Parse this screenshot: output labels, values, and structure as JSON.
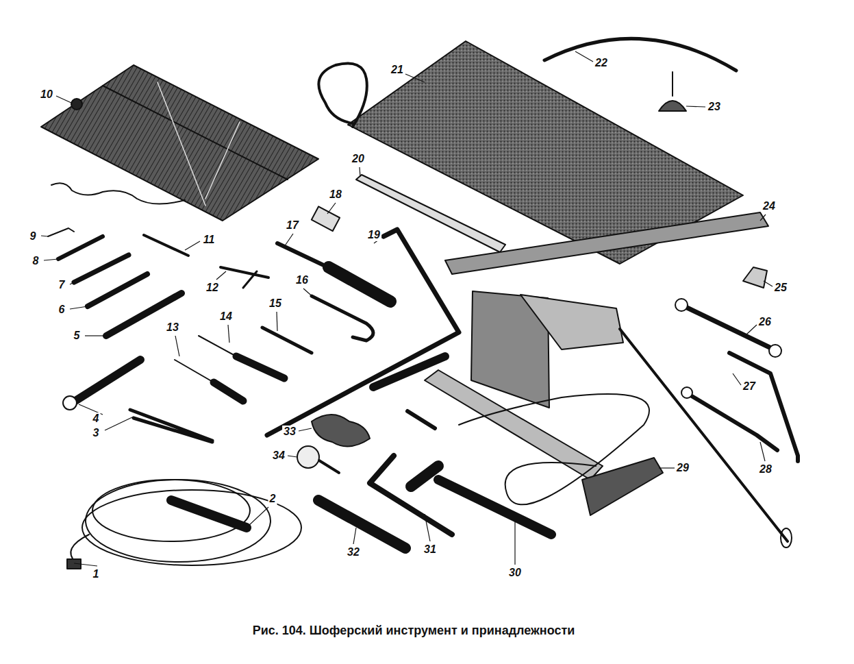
{
  "diagram": {
    "caption": "Рис. 104. Шоферский инструмент и принадлежности",
    "labels": [
      "1",
      "2",
      "3",
      "4",
      "5",
      "6",
      "7",
      "8",
      "9",
      "10",
      "11",
      "12",
      "13",
      "14",
      "15",
      "16",
      "17",
      "18",
      "19",
      "20",
      "21",
      "22",
      "23",
      "24",
      "25",
      "26",
      "27",
      "28",
      "29",
      "30",
      "31",
      "32",
      "33",
      "34"
    ]
  }
}
